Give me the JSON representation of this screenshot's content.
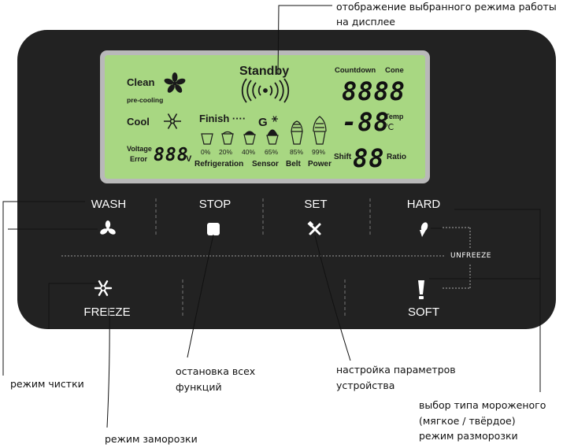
{
  "annotations": {
    "display_line1": "отображение выбранного режима работы",
    "display_line2": "на дисплее",
    "stop_line1": "остановка всех",
    "stop_line2": "функций",
    "set_line1": "настройка параметров",
    "set_line2": "устройства",
    "wash": "режим чистки",
    "freeze": "режим заморозки",
    "type_line1": "выбор типа мороженого",
    "type_line2": "(мягкое / твёрдое)",
    "type_line3": "режим разморозки"
  },
  "display": {
    "clean": "Clean",
    "precooling": "pre-cooling",
    "cool": "Cool",
    "standby": "Standby",
    "finish": "Finish ····",
    "voltage": "Voltage",
    "error": "Error",
    "voltage_digits": "888",
    "volt_unit": "V",
    "refrigeration": "Refrigeration",
    "sensor": "Sensor",
    "belt": "Belt",
    "power": "Power",
    "levels": [
      "0%",
      "20%",
      "40%",
      "65%",
      "85%",
      "99%"
    ],
    "countdown": "Countdown",
    "cone": "Cone",
    "countdown_digits": "8888",
    "temp_digits": "-88",
    "temp": "Temp",
    "celsius": "℃",
    "shift": "Shift",
    "shift_digits": "88",
    "ratio": "Ratio"
  },
  "buttons": {
    "wash": "WASH",
    "stop": "STOP",
    "set": "SET",
    "hard": "HARD",
    "freeze": "FREEZE",
    "soft": "SOFT",
    "unfreeze": "UNFREEZE"
  },
  "colors": {
    "panel": "#222222",
    "lcd_background": "#a8d782",
    "lcd_frame": "#b9b9b9",
    "button_text": "#ffffff"
  }
}
